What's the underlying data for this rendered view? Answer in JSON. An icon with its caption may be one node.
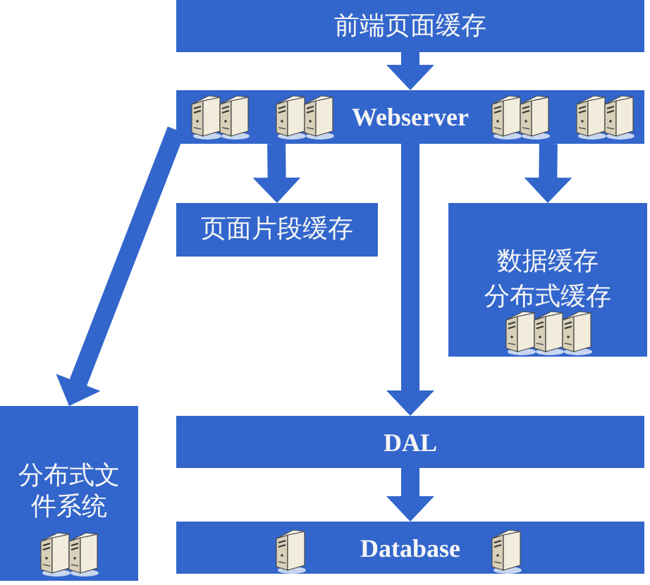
{
  "diagram": {
    "nodes": [
      {
        "text": [
          "前端页面缓存"
        ]
      },
      {
        "text": [
          "Webserver"
        ]
      },
      {
        "text": [
          "页面片段缓存"
        ]
      },
      {
        "text": [
          "数据缓存",
          "分布式缓存"
        ]
      },
      {
        "text": [
          "分布式文件系统"
        ]
      },
      {
        "text": [
          "DAL"
        ]
      },
      {
        "text": [
          "Database"
        ]
      }
    ],
    "edges": [
      {
        "from": 0,
        "to": 1,
        "arrow": "to"
      },
      {
        "from": 1,
        "to": 2,
        "arrow": "to"
      },
      {
        "from": 1,
        "to": 3,
        "arrow": "to"
      },
      {
        "from": 1,
        "to": 4,
        "arrow": "to"
      },
      {
        "from": 1,
        "to": 5,
        "arrow": "to"
      },
      {
        "from": 5,
        "to": 6,
        "arrow": "to"
      }
    ]
  }
}
